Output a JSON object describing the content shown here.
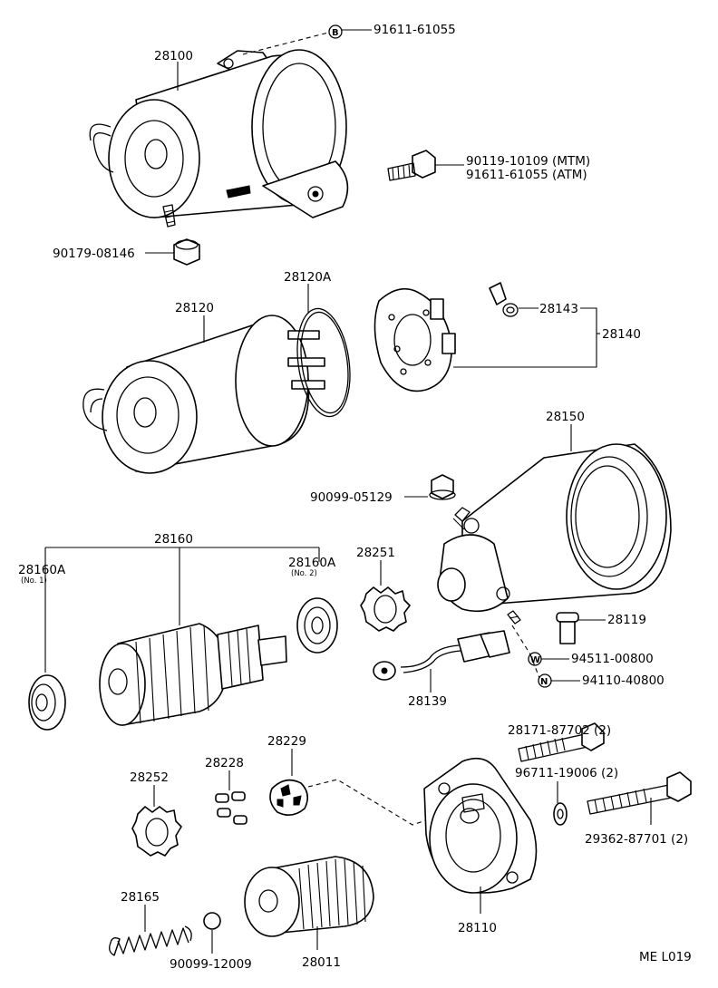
{
  "parts": {
    "p28100": "28100",
    "p91611_61055_top": "91611-61055",
    "p90119": "90119-10109 (MTM)",
    "p91611_atm": "91611-61055 (ATM)",
    "p90179": "90179-08146",
    "p28120": "28120",
    "p28120A": "28120A",
    "p28143": "28143",
    "p28140": "28140",
    "p28150": "28150",
    "p90099_05129": "90099-05129",
    "p28160": "28160",
    "p28160A_1": "28160A",
    "p28160A_1_sub": "(No. 1)",
    "p28160A_2": "28160A",
    "p28160A_2_sub": "(No. 2)",
    "p28251": "28251",
    "p28119": "28119",
    "p94511": "94511-00800",
    "p94110": "94110-40800",
    "p28139": "28139",
    "p28171": "28171-87702  (2)",
    "p96711": "96711-19006  (2)",
    "p29362": "29362-87701  (2)",
    "p28252": "28252",
    "p28228": "28228",
    "p28229": "28229",
    "p28110": "28110",
    "p28165": "28165",
    "p90099_12009": "90099-12009",
    "p28011": "28011"
  },
  "symbols": {
    "B": "B",
    "W": "W",
    "N": "N"
  },
  "footer": {
    "code": "ME L019"
  }
}
